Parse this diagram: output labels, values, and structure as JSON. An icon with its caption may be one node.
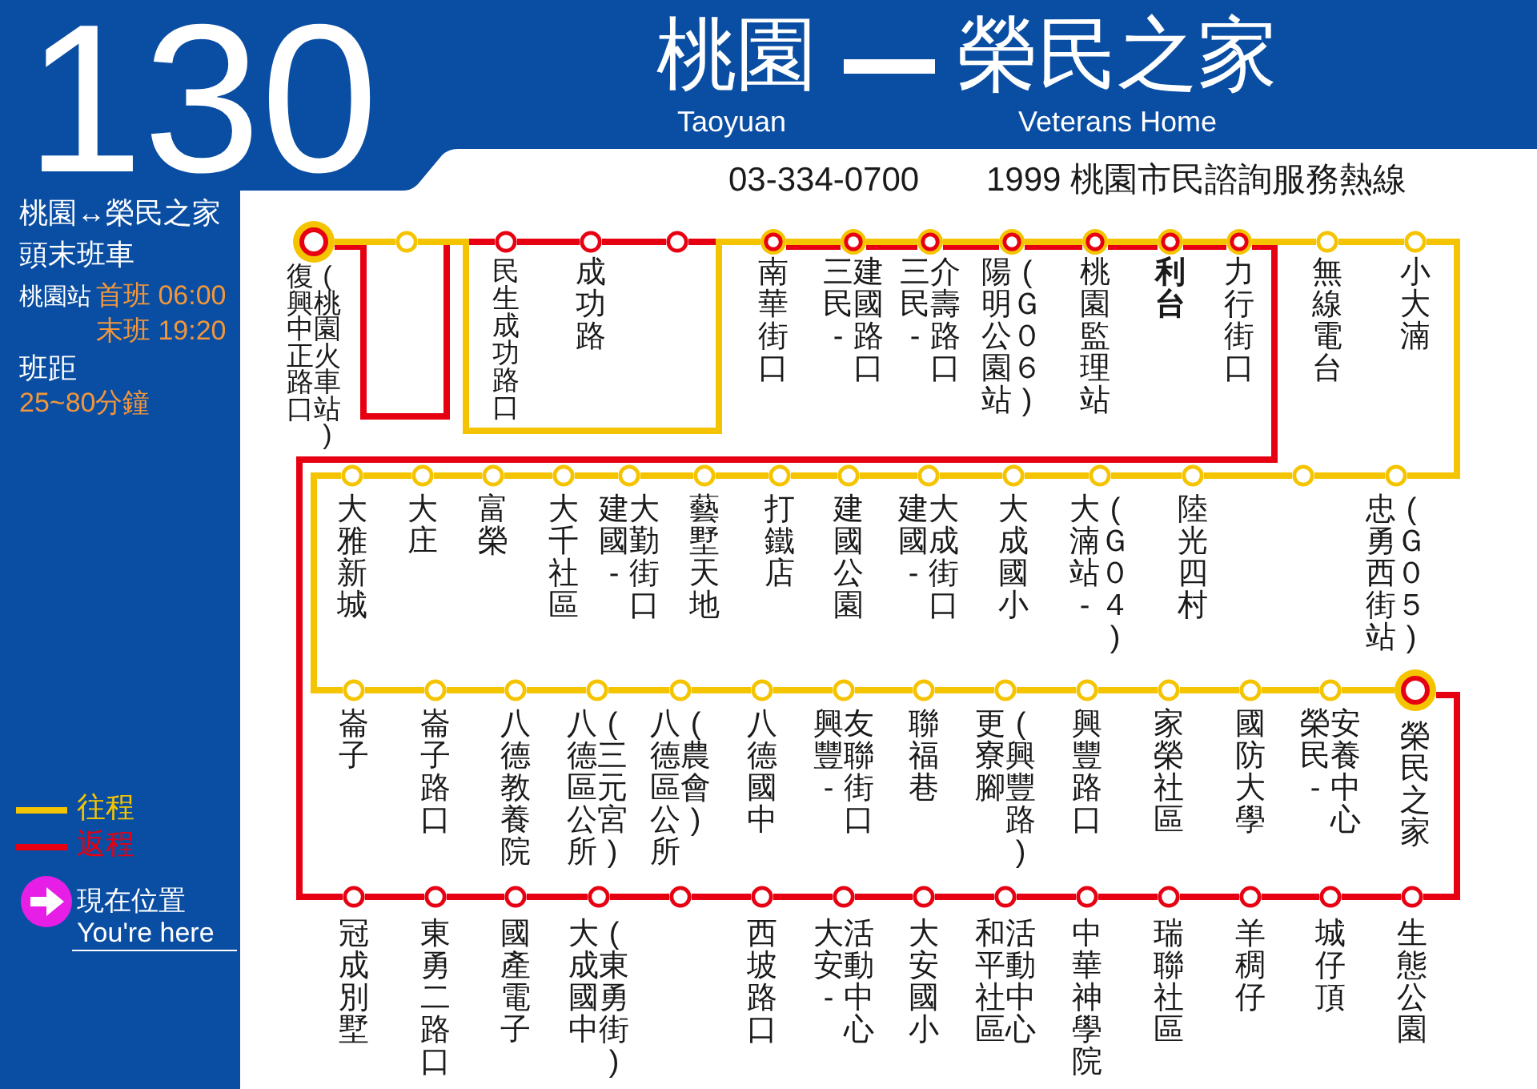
{
  "diagram": {
    "title": "130",
    "nodes": [
      {
        "text": [],
        "shape": "circle",
        "beside": [
          "復興中正路口(桃園火車站)"
        ]
      },
      {
        "text": [],
        "shape": "circle"
      },
      {
        "text": [],
        "shape": "circle",
        "beside": [
          "民生成功路口"
        ]
      },
      {
        "text": [],
        "shape": "circle",
        "beside": [
          "成功路"
        ]
      },
      {
        "text": [],
        "shape": "circle"
      },
      {
        "text": [],
        "shape": "circle",
        "beside": [
          "南華街口"
        ]
      },
      {
        "text": [],
        "shape": "circle",
        "beside": [
          "三民-建國路口"
        ]
      },
      {
        "text": [],
        "shape": "circle",
        "beside": [
          "三民-介壽路口"
        ]
      },
      {
        "text": [],
        "shape": "circle",
        "beside": [
          "陽明公園站(Ｇ０６)"
        ]
      },
      {
        "text": [],
        "shape": "circle",
        "beside": [
          "桃園監理站"
        ]
      },
      {
        "text": [],
        "shape": "circle",
        "beside": [
          "利台"
        ]
      },
      {
        "text": [],
        "shape": "circle",
        "beside": [
          "力行街口"
        ]
      },
      {
        "text": [],
        "shape": "circle",
        "beside": [
          "無線電台"
        ]
      },
      {
        "text": [],
        "shape": "circle",
        "beside": [
          "小大湳"
        ]
      },
      {
        "text": [],
        "shape": "circle",
        "beside": [
          "大雅新城"
        ]
      },
      {
        "text": [],
        "shape": "circle",
        "beside": [
          "大庄"
        ]
      },
      {
        "text": [],
        "shape": "circle",
        "beside": [
          "富榮"
        ]
      },
      {
        "text": [],
        "shape": "circle",
        "beside": [
          "大千社區"
        ]
      },
      {
        "text": [],
        "shape": "circle",
        "beside": [
          "建國-大勤街口"
        ]
      },
      {
        "text": [],
        "shape": "circle",
        "beside": [
          "藝墅天地"
        ]
      },
      {
        "text": [],
        "shape": "circle",
        "beside": [
          "打鐵店"
        ]
      },
      {
        "text": [],
        "shape": "circle",
        "beside": [
          "建國公園"
        ]
      },
      {
        "text": [],
        "shape": "circle",
        "beside": [
          "建國-大成街口"
        ]
      },
      {
        "text": [],
        "shape": "circle",
        "beside": [
          "大成國小"
        ]
      },
      {
        "text": [],
        "shape": "circle",
        "beside": [
          "大湳站-(Ｇ０４)"
        ]
      },
      {
        "text": [],
        "shape": "circle",
        "beside": [
          "陸光四村"
        ]
      },
      {
        "text": [],
        "shape": "circle"
      },
      {
        "text": [],
        "shape": "circle",
        "beside": [
          "忠勇西街站(Ｇ０５)"
        ]
      },
      {
        "text": [],
        "shape": "circle",
        "beside": [
          "崙子"
        ]
      },
      {
        "text": [],
        "shape": "circle",
        "beside": [
          "崙子路口"
        ]
      },
      {
        "text": [],
        "shape": "circle",
        "beside": [
          "八德教養院"
        ]
      },
      {
        "text": [],
        "shape": "circle",
        "beside": [
          "八德區公所(三元宮)"
        ]
      },
      {
        "text": [],
        "shape": "circle",
        "beside": [
          "八德區公所(農會)"
        ]
      },
      {
        "text": [],
        "shape": "circle",
        "beside": [
          "八德國中"
        ]
      },
      {
        "text": [],
        "shape": "circle",
        "beside": [
          "興豐-友聯街口"
        ]
      },
      {
        "text": [],
        "shape": "circle",
        "beside": [
          "聯福巷"
        ]
      },
      {
        "text": [],
        "shape": "circle",
        "beside": [
          "更寮腳(興豐路)"
        ]
      },
      {
        "text": [],
        "shape": "circle",
        "beside": [
          "興豐路口"
        ]
      },
      {
        "text": [],
        "shape": "circle",
        "beside": [
          "家榮社區"
        ]
      },
      {
        "text": [],
        "shape": "circle",
        "beside": [
          "國防大學"
        ]
      },
      {
        "text": [],
        "shape": "circle",
        "beside": [
          "榮民-安養中心"
        ]
      },
      {
        "text": [],
        "shape": "circle",
        "beside": [
          "榮民之家"
        ]
      },
      {
        "text": [],
        "shape": "circle",
        "beside": [
          "冠成別墅"
        ]
      },
      {
        "text": [],
        "shape": "circle",
        "beside": [
          "東勇二路口"
        ]
      },
      {
        "text": [],
        "shape": "circle",
        "beside": [
          "國產電子"
        ]
      },
      {
        "text": [],
        "shape": "circle",
        "beside": [
          "大成國中(東勇街)"
        ]
      },
      {
        "text": [],
        "shape": "circle"
      },
      {
        "text": [],
        "shape": "circle",
        "beside": [
          "西坡路口"
        ]
      },
      {
        "text": [],
        "shape": "circle",
        "beside": [
          "大安-活動中心"
        ]
      },
      {
        "text": [],
        "shape": "circle",
        "beside": [
          "大安國小"
        ]
      },
      {
        "text": [],
        "shape": "circle",
        "beside": [
          "和平社區活動中心"
        ]
      },
      {
        "text": [],
        "shape": "circle",
        "beside": [
          "中華神學院"
        ]
      },
      {
        "text": [],
        "shape": "circle",
        "beside": [
          "瑞聯社區"
        ]
      },
      {
        "text": [],
        "shape": "circle",
        "beside": [
          "羊稠仔"
        ]
      },
      {
        "text": [],
        "shape": "circle",
        "beside": [
          "城仔頂"
        ]
      },
      {
        "text": [],
        "shape": "circle",
        "beside": [
          "生態公園"
        ]
      }
    ],
    "edges": [
      {
        "from": 0,
        "to": 1,
        "arrow": "none"
      },
      {
        "from": 1,
        "to": 5,
        "arrow": "none"
      },
      {
        "from": 5,
        "to": 6,
        "arrow": "none"
      },
      {
        "from": 6,
        "to": 7,
        "arrow": "none"
      },
      {
        "from": 7,
        "to": 8,
        "arrow": "none"
      },
      {
        "from": 8,
        "to": 9,
        "arrow": "none"
      },
      {
        "from": 9,
        "to": 10,
        "arrow": "none"
      },
      {
        "from": 10,
        "to": 11,
        "arrow": "none"
      },
      {
        "from": 11,
        "to": 12,
        "arrow": "none"
      },
      {
        "from": 12,
        "to": 13,
        "arrow": "none"
      },
      {
        "from": 13,
        "to": 27,
        "arrow": "none"
      },
      {
        "from": 27,
        "to": 26,
        "arrow": "none"
      },
      {
        "from": 26,
        "to": 25,
        "arrow": "none"
      },
      {
        "from": 25,
        "to": 24,
        "arrow": "none"
      },
      {
        "from": 24,
        "to": 23,
        "arrow": "none"
      },
      {
        "from": 23,
        "to": 22,
        "arrow": "none"
      },
      {
        "from": 22,
        "to": 21,
        "arrow": "none"
      },
      {
        "from": 21,
        "to": 20,
        "arrow": "none"
      },
      {
        "from": 20,
        "to": 19,
        "arrow": "none"
      },
      {
        "from": 19,
        "to": 18,
        "arrow": "none"
      },
      {
        "from": 18,
        "to": 17,
        "arrow": "none"
      },
      {
        "from": 17,
        "to": 16,
        "arrow": "none"
      },
      {
        "from": 16,
        "to": 15,
        "arrow": "none"
      },
      {
        "from": 15,
        "to": 14,
        "arrow": "none"
      },
      {
        "from": 14,
        "to": 28,
        "arrow": "none"
      },
      {
        "from": 28,
        "to": 29,
        "arrow": "none"
      },
      {
        "from": 29,
        "to": 30,
        "arrow": "none"
      },
      {
        "from": 30,
        "to": 31,
        "arrow": "none"
      },
      {
        "from": 31,
        "to": 32,
        "arrow": "none"
      },
      {
        "from": 32,
        "to": 33,
        "arrow": "none"
      },
      {
        "from": 33,
        "to": 34,
        "arrow": "none"
      },
      {
        "from": 34,
        "to": 35,
        "arrow": "none"
      },
      {
        "from": 35,
        "to": 36,
        "arrow": "none"
      },
      {
        "from": 36,
        "to": 37,
        "arrow": "none"
      },
      {
        "from": 37,
        "to": 38,
        "arrow": "none"
      },
      {
        "from": 38,
        "to": 39,
        "arrow": "none"
      },
      {
        "from": 39,
        "to": 40,
        "arrow": "none"
      },
      {
        "from": 40,
        "to": 41,
        "arrow": "none"
      },
      {
        "from": 41,
        "to": 55,
        "arrow": "none",
        "color": "#e60012"
      },
      {
        "from": 55,
        "to": 54,
        "arrow": "none",
        "color": "#e60012"
      },
      {
        "from": 54,
        "to": 53,
        "arrow": "none",
        "color": "#e60012"
      },
      {
        "from": 53,
        "to": 52,
        "arrow": "none",
        "color": "#e60012"
      },
      {
        "from": 52,
        "to": 51,
        "arrow": "none",
        "color": "#e60012"
      },
      {
        "from": 51,
        "to": 50,
        "arrow": "none",
        "color": "#e60012"
      },
      {
        "from": 50,
        "to": 49,
        "arrow": "none",
        "color": "#e60012"
      },
      {
        "from": 49,
        "to": 48,
        "arrow": "none",
        "color": "#e60012"
      },
      {
        "from": 48,
        "to": 47,
        "arrow": "none",
        "color": "#e60012"
      },
      {
        "from": 47,
        "to": 46,
        "arrow": "none",
        "color": "#e60012"
      },
      {
        "from": 46,
        "to": 45,
        "arrow": "none",
        "color": "#e60012"
      },
      {
        "from": 45,
        "to": 44,
        "arrow": "none",
        "color": "#e60012"
      },
      {
        "from": 44,
        "to": 43,
        "arrow": "none",
        "color": "#e60012"
      },
      {
        "from": 43,
        "to": 42,
        "arrow": "none",
        "color": "#e60012"
      },
      {
        "from": 42,
        "to": 11,
        "arrow": "none",
        "color": "#e60012"
      },
      {
        "from": 11,
        "to": 10,
        "arrow": "none",
        "color": "#e60012"
      },
      {
        "from": 10,
        "to": 9,
        "arrow": "none",
        "color": "#e60012"
      },
      {
        "from": 9,
        "to": 8,
        "arrow": "none",
        "color": "#e60012"
      },
      {
        "from": 8,
        "to": 7,
        "arrow": "none",
        "color": "#e60012"
      },
      {
        "from": 7,
        "to": 6,
        "arrow": "none",
        "color": "#e60012"
      },
      {
        "from": 6,
        "to": 5,
        "arrow": "none",
        "color": "#e60012"
      },
      {
        "from": 5,
        "to": 4,
        "arrow": "none",
        "color": "#e60012"
      },
      {
        "from": 4,
        "to": 3,
        "arrow": "none",
        "color": "#e60012"
      },
      {
        "from": 3,
        "to": 2,
        "arrow": "none",
        "color": "#e60012"
      },
      {
        "from": 2,
        "to": 0,
        "arrow": "none",
        "color": "#e60012"
      }
    ],
    "labels": [
      "桃園",
      "Taoyuan",
      "榮民之家",
      "Veterans Home",
      "03-334-0700",
      "1999 桃園市民諮詢服務熱線",
      "桃園↔榮民之家",
      "頭末班車",
      "桃園站",
      "首班 06:00",
      "末班 19:20",
      "班距",
      "25~80分鐘"
    ],
    "legend": [
      {
        "text": "往程"
      },
      {
        "text": "返程"
      },
      {
        "text": "現在位置 You're here"
      }
    ]
  }
}
